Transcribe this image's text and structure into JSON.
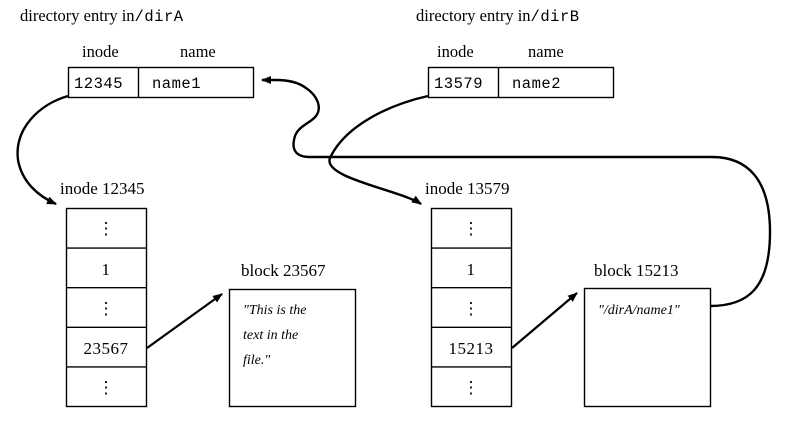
{
  "diagram": {
    "title": "hard link vs symbolic link inode diagram",
    "stroke_color": "#000000",
    "background_color": "#ffffff"
  },
  "left_dir": {
    "heading_prefix": "directory entry in",
    "heading_path": "/dirA",
    "col_inode_label": "inode",
    "col_name_label": "name",
    "inode_value": "12345",
    "name_value": "name1"
  },
  "right_dir": {
    "heading_prefix": "directory entry in",
    "heading_path": "/dirB",
    "col_inode_label": "inode",
    "col_name_label": "name",
    "inode_value": "13579",
    "name_value": "name2"
  },
  "left_inode": {
    "caption": "inode 12345",
    "rows": [
      {
        "kind": "dots",
        "value": "⋮"
      },
      {
        "kind": "value",
        "value": "1"
      },
      {
        "kind": "dots",
        "value": "⋮"
      },
      {
        "kind": "value",
        "value": "23567"
      },
      {
        "kind": "dots",
        "value": "⋮"
      }
    ]
  },
  "right_inode": {
    "caption": "inode 13579",
    "rows": [
      {
        "kind": "dots",
        "value": "⋮"
      },
      {
        "kind": "value",
        "value": "1"
      },
      {
        "kind": "dots",
        "value": "⋮"
      },
      {
        "kind": "value",
        "value": "15213"
      },
      {
        "kind": "dots",
        "value": "⋮"
      }
    ]
  },
  "left_block": {
    "caption": "block 23567",
    "content": "\"This is the\ntext in the\nfile.\""
  },
  "right_block": {
    "caption": "block 15213",
    "content": "\"/dirA/name1\""
  }
}
